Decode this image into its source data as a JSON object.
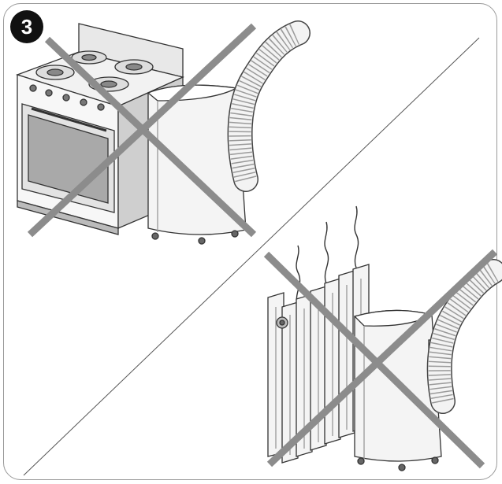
{
  "step": {
    "number": "3"
  },
  "scenes": [
    {
      "id": "stove",
      "items": [
        "gas-stove",
        "portable-air-conditioner",
        "exhaust-hose"
      ],
      "prohibited": true
    },
    {
      "id": "radiator",
      "items": [
        "heating-radiator",
        "portable-air-conditioner",
        "exhaust-hose"
      ],
      "prohibited": true
    }
  ],
  "colors": {
    "line": "#333333",
    "cross": "#8c8c8c",
    "frame": "#9a9a9a",
    "badge": "#111111"
  }
}
